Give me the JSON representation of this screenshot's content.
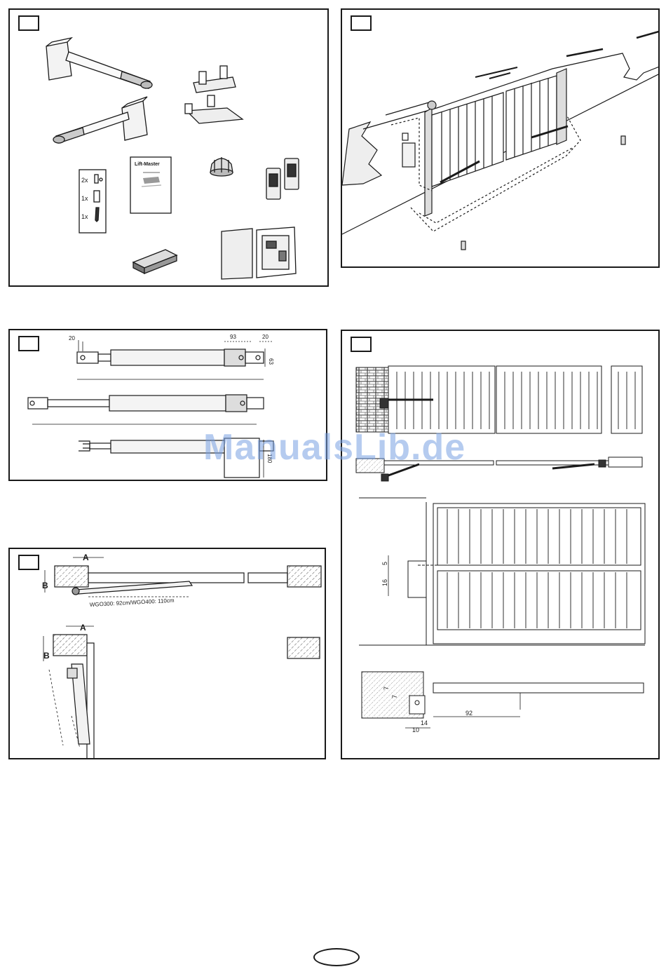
{
  "panel_parts": {
    "items": [
      {
        "qty": "2x"
      },
      {
        "qty": "1x"
      },
      {
        "qty": "1x"
      }
    ],
    "booklet_brand": "Lift-Master"
  },
  "panel_dimensions": {
    "dim_20_left": "20",
    "dim_93": "93",
    "dim_20_right": "20",
    "dim_63": "63",
    "dim_180": "180"
  },
  "panel_mounting": {
    "label_a1": "A",
    "label_b1": "B",
    "rod_length_note": "WGO300: 92cm/WGO400: 110cm",
    "label_a2": "A",
    "label_b2": "B"
  },
  "panel_sliding": {
    "dim_5": "5",
    "dim_16": "16",
    "dim_7a": "7",
    "dim_7b": "7",
    "dim_92": "92",
    "dim_14": "14",
    "dim_10": "10"
  },
  "watermark": "ManualsLib.de"
}
